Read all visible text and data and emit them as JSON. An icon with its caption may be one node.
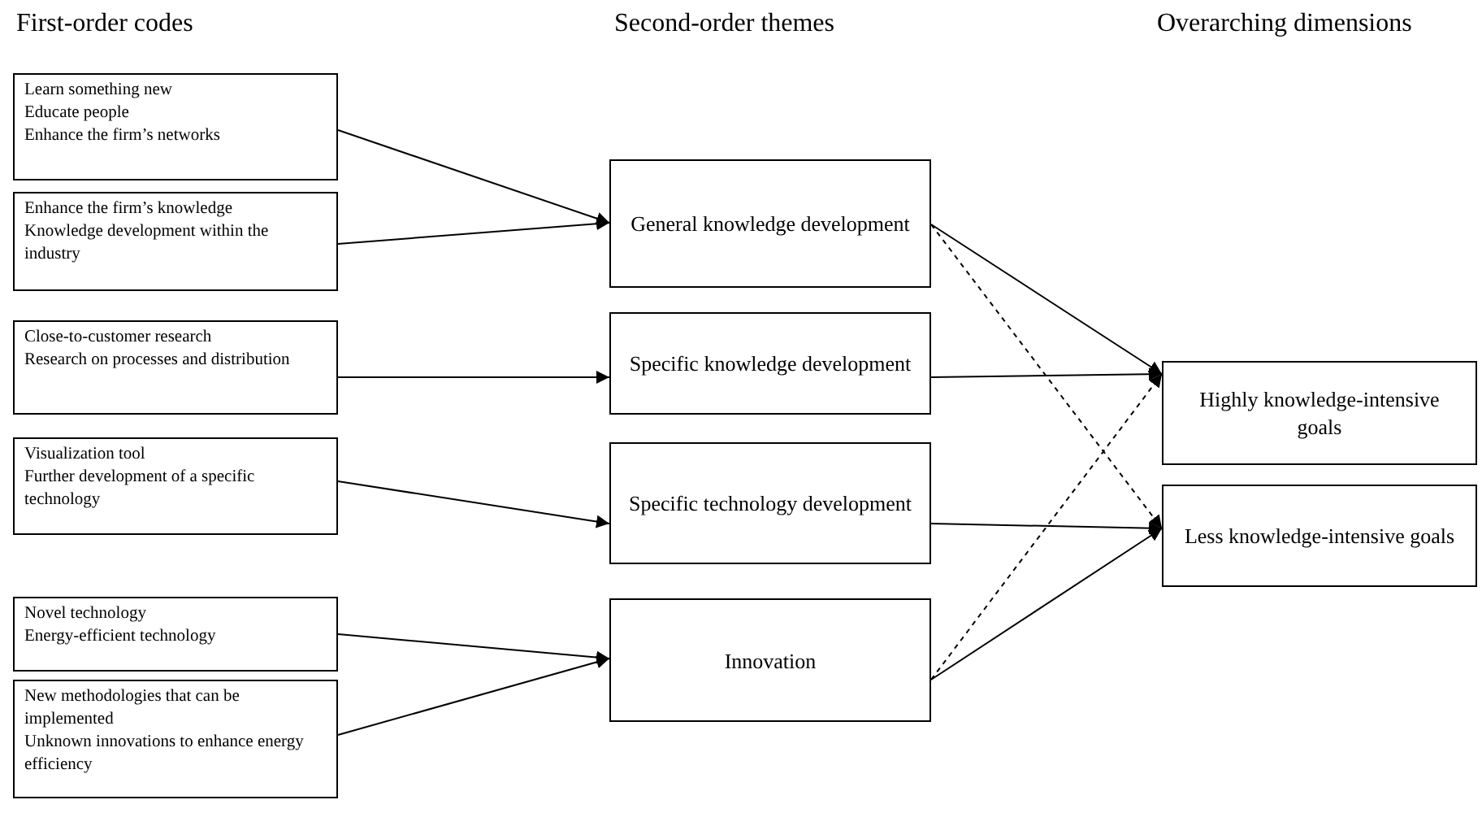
{
  "diagram": {
    "nodes": [
      {
        "text": [
          "Learn something new",
          "Educate people",
          "Enhance the firm’s networks"
        ]
      },
      {
        "text": [
          "Enhance the firm’s knowledge",
          "Knowledge development within the industry"
        ]
      },
      {
        "text": [
          "Close-to-customer research",
          "Research on processes and distribution"
        ]
      },
      {
        "text": [
          "Visualization tool",
          "Further development of a specific technology"
        ]
      },
      {
        "text": [
          "Novel technology",
          "Energy-efficient technology"
        ]
      },
      {
        "text": [
          "New methodologies that can be implemented",
          "Unknown innovations to enhance energy efficiency"
        ]
      },
      {
        "text": [
          "General knowledge development"
        ]
      },
      {
        "text": [
          "Specific knowledge development"
        ]
      },
      {
        "text": [
          "Specific technology development"
        ]
      },
      {
        "text": [
          "Innovation"
        ]
      },
      {
        "text": [
          "Highly knowledge-intensive goals"
        ]
      },
      {
        "text": [
          "Less knowledge-intensive goals"
        ]
      }
    ],
    "edges": [
      {
        "from": 0,
        "to": 6,
        "arrow": "to"
      },
      {
        "from": 1,
        "to": 6,
        "arrow": "to"
      },
      {
        "from": 2,
        "to": 7,
        "arrow": "to"
      },
      {
        "from": 3,
        "to": 8,
        "arrow": "to"
      },
      {
        "from": 4,
        "to": 9,
        "arrow": "to"
      },
      {
        "from": 5,
        "to": 9,
        "arrow": "to"
      },
      {
        "from": 6,
        "to": 10,
        "arrow": "to"
      },
      {
        "from": 6,
        "to": 11,
        "arrow": "to",
        "style": "dashed"
      },
      {
        "from": 7,
        "to": 10,
        "arrow": "to"
      },
      {
        "from": 8,
        "to": 11,
        "arrow": "to"
      },
      {
        "from": 9,
        "to": 11,
        "arrow": "to"
      },
      {
        "from": 9,
        "to": 10,
        "arrow": "to",
        "style": "dashed"
      }
    ],
    "labels": [
      "First-order codes",
      "Second-order themes",
      "Overarching dimensions"
    ]
  }
}
